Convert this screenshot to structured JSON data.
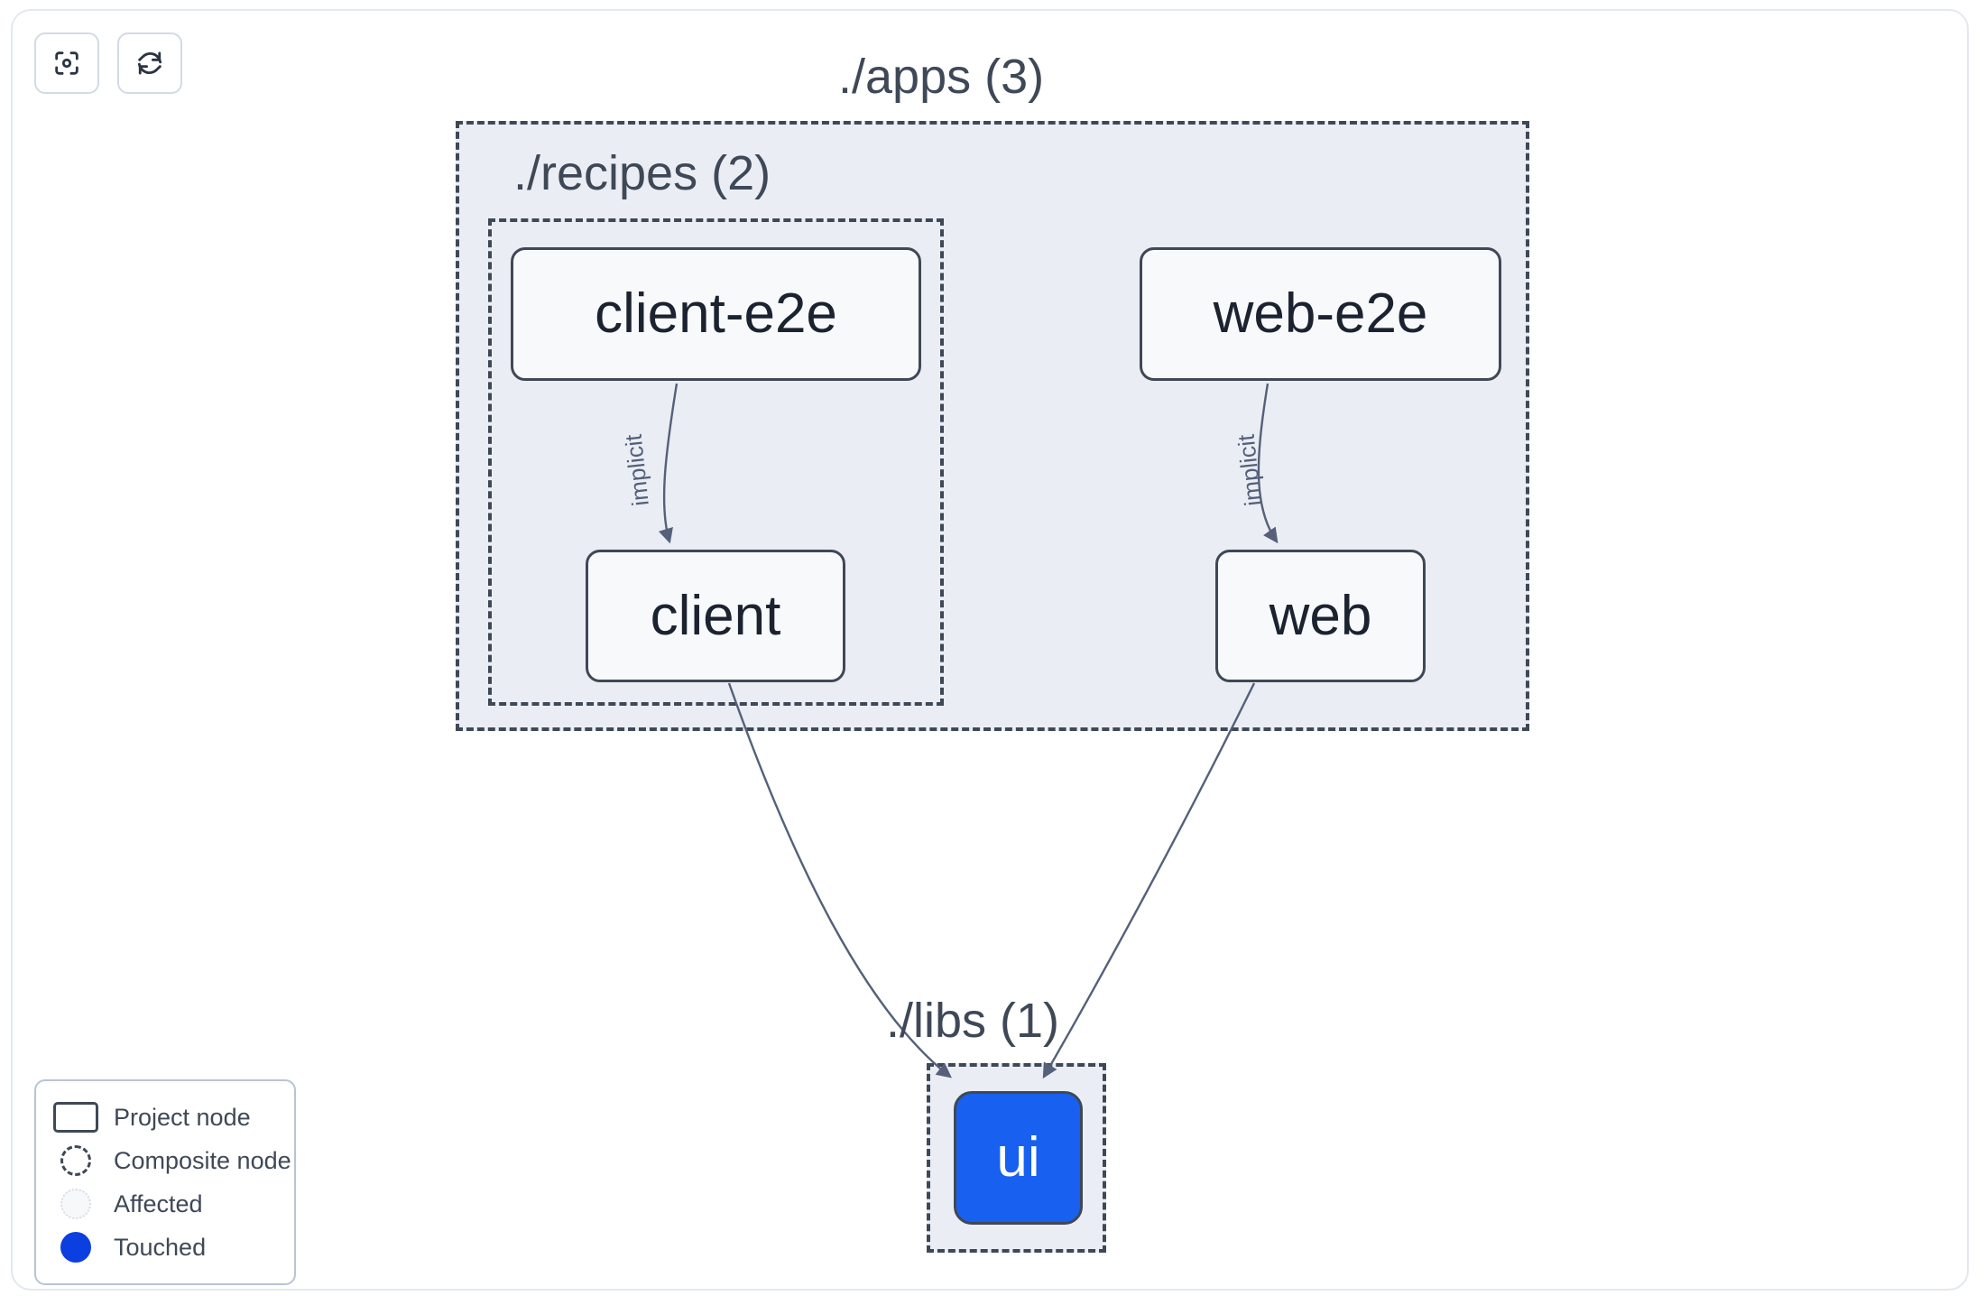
{
  "toolbar": {
    "buttons": [
      {
        "name": "focus-graph-button",
        "icon": "focus-icon",
        "label": "Focus graph"
      },
      {
        "name": "refresh-graph-button",
        "icon": "refresh-icon",
        "label": "Refresh graph"
      }
    ]
  },
  "graph": {
    "groups": [
      {
        "id": "apps",
        "label": "./apps (3)",
        "count": 3
      },
      {
        "id": "recipes",
        "label": "./recipes (2)",
        "count": 2
      },
      {
        "id": "libs",
        "label": "./libs (1)",
        "count": 1
      }
    ],
    "nodes": [
      {
        "id": "client-e2e",
        "label": "client-e2e",
        "state": "project",
        "group": "recipes"
      },
      {
        "id": "client",
        "label": "client",
        "state": "project",
        "group": "recipes"
      },
      {
        "id": "web-e2e",
        "label": "web-e2e",
        "state": "project",
        "group": "apps"
      },
      {
        "id": "web",
        "label": "web",
        "state": "project",
        "group": "apps"
      },
      {
        "id": "ui",
        "label": "ui",
        "state": "touched",
        "group": "libs"
      }
    ],
    "edges": [
      {
        "from": "client-e2e",
        "to": "client",
        "label": "implicit"
      },
      {
        "from": "web-e2e",
        "to": "web",
        "label": "implicit"
      },
      {
        "from": "client",
        "to": "ui",
        "label": ""
      },
      {
        "from": "web",
        "to": "ui",
        "label": ""
      }
    ]
  },
  "legend": {
    "items": [
      {
        "swatch": "project-node-swatch",
        "label": "Project node"
      },
      {
        "swatch": "composite-node-swatch",
        "label": "Composite node"
      },
      {
        "swatch": "affected-swatch",
        "label": "Affected"
      },
      {
        "swatch": "touched-swatch",
        "label": "Touched"
      }
    ]
  },
  "colors": {
    "node_border": "#3f4856",
    "node_fill": "#f8f9fb",
    "group_fill": "#eaeef4",
    "touched": "#1860ef",
    "legend_touched": "#0b3fe0",
    "edge": "#55607a",
    "text": "#3f4856"
  }
}
